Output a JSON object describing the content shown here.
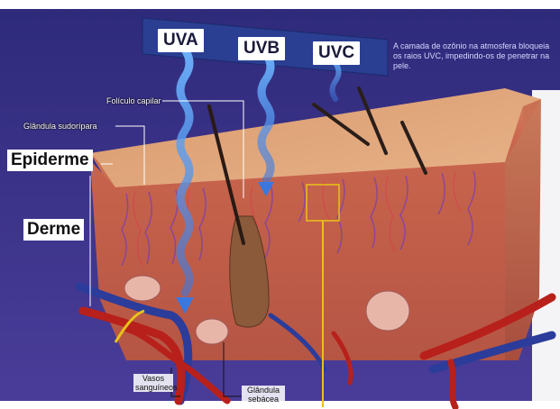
{
  "title_partial": "",
  "rays": {
    "uva": "UVA",
    "uvb": "UVB",
    "uvc": "UVC"
  },
  "layers": {
    "epidermis": "Epiderme",
    "dermis": "Derme"
  },
  "structures": {
    "hair_follicle": "Folículo capilar",
    "sweat_gland": "Glândula sudorípara",
    "blood_vessels": "Vasos sanguíneos",
    "sebaceous_gland": "Glândula sebácea"
  },
  "ozone_note": "A camada de ozônio na atmosfera bloqueia os raios UVC, impedindo-os de penetrar na pele.",
  "colors": {
    "sky": "#3a2f86",
    "banner": "#27408f",
    "skin_top": "#e2a67a",
    "dermis": "#c7614a",
    "artery": "#b8201b",
    "vein": "#2b3c9b",
    "pointer_yellow": "#e8c21a"
  }
}
